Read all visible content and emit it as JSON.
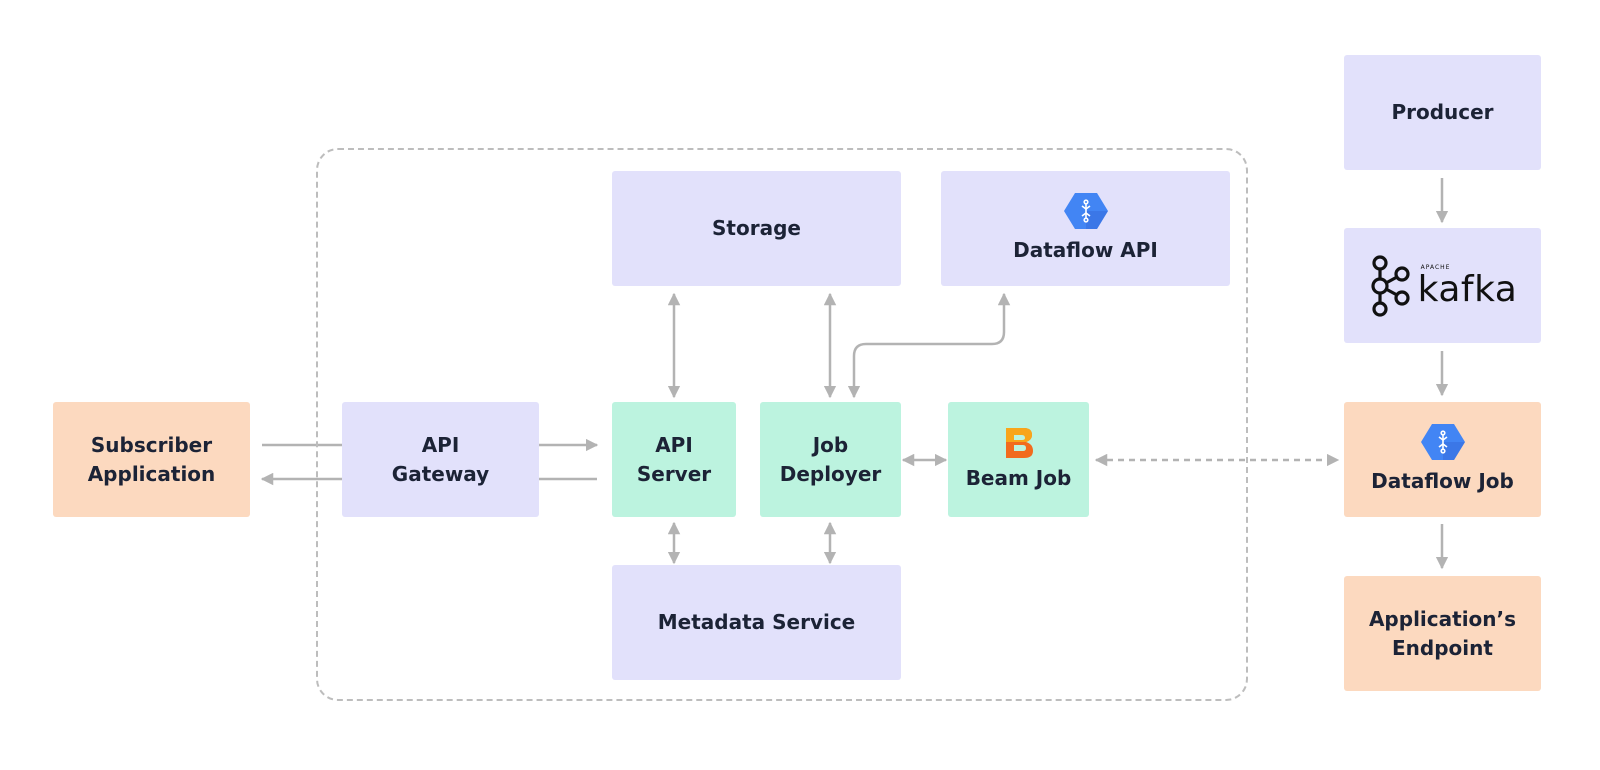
{
  "nodes": {
    "subscriber": {
      "label": "Subscriber\nApplication"
    },
    "api_gateway": {
      "label": "API\nGateway"
    },
    "storage": {
      "label": "Storage"
    },
    "dataflow_api": {
      "label": "Dataflow API"
    },
    "api_server": {
      "label": "API\nServer"
    },
    "job_deployer": {
      "label": "Job\nDeployer"
    },
    "beam_job": {
      "label": "Beam Job"
    },
    "metadata_service": {
      "label": "Metadata Service"
    },
    "producer": {
      "label": "Producer"
    },
    "kafka": {
      "apache": "APACHE",
      "word": "kafka"
    },
    "dataflow_job": {
      "label": "Dataflow Job"
    },
    "endpoint": {
      "label": "Application’s\nEndpoint"
    }
  },
  "icons": {
    "dataflow": "google-cloud-dataflow-icon",
    "beam": "apache-beam-icon",
    "kafka": "apache-kafka-logo"
  },
  "colors": {
    "lavender": "#e2e1fb",
    "peach": "#fcd9bf",
    "mint": "#bcf3df",
    "arrow": "#b3b3b3",
    "gcp_blue": "#4285f4"
  }
}
